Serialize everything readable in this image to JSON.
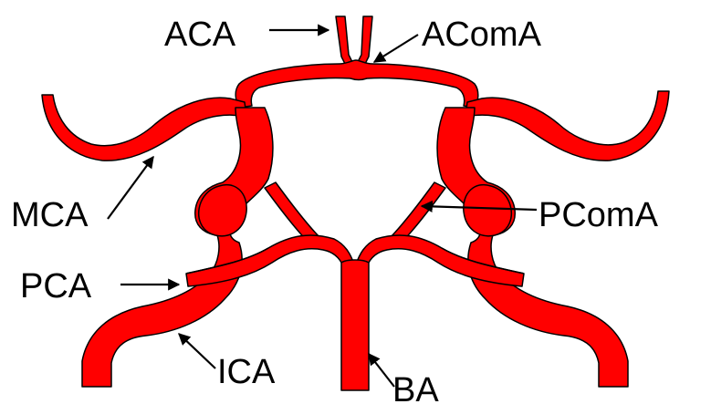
{
  "labels": {
    "aca": "ACA",
    "acoma": "AComA",
    "mca": "MCA",
    "pcoma": "PComA",
    "pca": "PCA",
    "ica": "ICA",
    "ba": "BA"
  },
  "colors": {
    "vessel": "#ff0000",
    "outline": "#000000",
    "background": "#ffffff"
  }
}
